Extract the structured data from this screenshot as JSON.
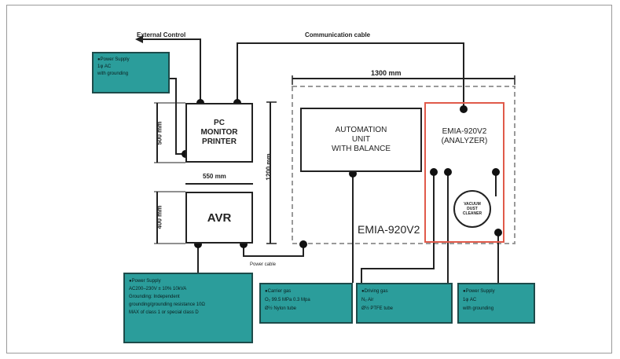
{
  "labels": {
    "external_control": "External Control",
    "communication_cable": "Communication cable",
    "width_1300": "1300 mm",
    "height_1200": "1200 mm",
    "width_550": "550 mm",
    "height_500": "500 mm",
    "height_400": "400 mm",
    "power_cable": "Power cable",
    "emia_area": "EMIA-920V2"
  },
  "boxes": {
    "pc": [
      "PC",
      "MONITOR",
      "PRINTER"
    ],
    "avr": "AVR",
    "automation": [
      "AUTOMATION",
      "UNIT",
      "WITH BALANCE"
    ],
    "analyzer": [
      "EMIA-920V2",
      "(ANALYZER)"
    ],
    "cleaner": [
      "VACUUM",
      "DUST",
      "CLEANER"
    ]
  },
  "supplies": {
    "pc_power": [
      "●Power Supply",
      "1φ AC",
      "with grounding"
    ],
    "avr_power": [
      "●Power Supply",
      "AC200–230V  ± 10% 10kVA",
      "Grounding: Independent",
      "grounding/grounding resistance 10Ω",
      "MAX of class 1 or special class D"
    ],
    "carrier_gas": [
      "●Carrier gas",
      "O₂ 99.5 MPa  0.3 Mpa",
      "Ø½ Nylon tube"
    ],
    "driving_gas": [
      "●Driving gas",
      "N₂ Air",
      "Ø½ PTFE tube"
    ],
    "cleaner_power": [
      "●Power Supply",
      "1φ AC",
      "with grounding"
    ]
  },
  "colors": {
    "teal": "#2b9d9b",
    "analyzer_border": "#e05a4a",
    "dashed": "#9a9a9a",
    "line": "#222222"
  }
}
